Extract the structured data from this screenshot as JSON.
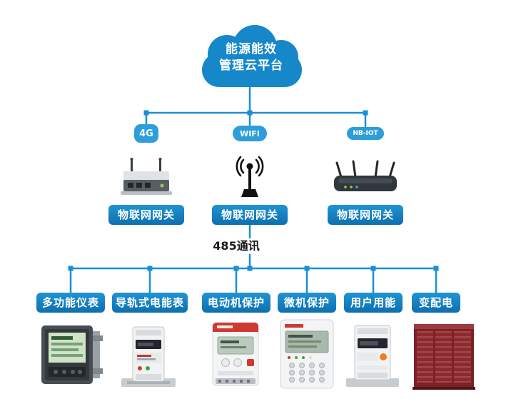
{
  "colors": {
    "cloud_blue": "#1688c9",
    "line_blue": "#1b8fd2",
    "badge_blue": "#2d9edb",
    "label_blue_top": "#1f94d4",
    "label_blue_bottom": "#0e6fae",
    "bus_text": "#1a1a1a"
  },
  "cloud": {
    "line1": "能源能效",
    "line2": "管理云平台"
  },
  "gateways": [
    {
      "badge": "4G",
      "icon": "cellular-router-icon",
      "label": "物联网网关"
    },
    {
      "badge": "WIFI",
      "icon": "wifi-antenna-icon",
      "label": "物联网网关"
    },
    {
      "badge": "NB-IOT",
      "icon": "nbiot-router-icon",
      "label": "物联网网关"
    }
  ],
  "bus": {
    "label": "485通讯"
  },
  "devices": [
    {
      "label": "多功能仪表",
      "icon": "multifunction-meter-image"
    },
    {
      "label": "导轨式电能表",
      "icon": "din-rail-meter-image"
    },
    {
      "label": "电动机保护",
      "icon": "motor-protection-image"
    },
    {
      "label": "微机保护",
      "icon": "micro-protection-image"
    },
    {
      "label": "用户用能",
      "icon": "user-energy-meter-image"
    },
    {
      "label": "变配电",
      "icon": "power-distribution-image"
    }
  ]
}
